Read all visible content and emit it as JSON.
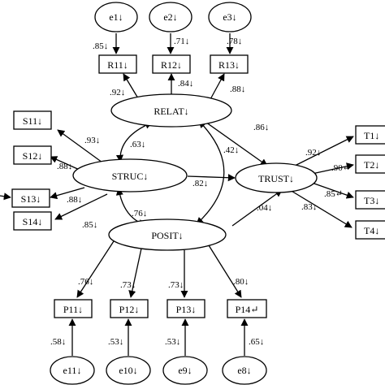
{
  "latent_names": {
    "relat": "RELAT",
    "struc": "STRUC",
    "posit": "POSIT",
    "trust": "TRUST"
  },
  "paragraph_mark": "↓",
  "return_mark": "↵",
  "errors": {
    "e1": "e1",
    "e2": "e2",
    "e3": "e3",
    "e8": "e8",
    "e9": "e9",
    "e10": "e10",
    "e11": "e11"
  },
  "indicators": {
    "r11": "R11",
    "r12": "R12",
    "r13": "R13",
    "s11": "S11",
    "s12": "S12",
    "s13": "S13",
    "s14": "S14",
    "p11": "P11",
    "p12": "P12",
    "p13": "P13",
    "p14": "P14",
    "t1": "T1",
    "t2": "T2",
    "t3": "T3",
    "t4": "T4"
  },
  "coefficients": {
    "e1_r11": ".85",
    "e2_r12": ".71",
    "e3_r13": ".78",
    "relat_r11": ".92",
    "relat_r12": ".84",
    "relat_r13": ".88",
    "struc_s11": ".93",
    "struc_s12": ".88",
    "struc_s13": ".88",
    "struc_s14": ".85",
    "relat_struc": ".63",
    "relat_posit": ".42",
    "struc_posit": ".76",
    "relat_trust": ".86",
    "struc_trust": ".82",
    "posit_trust": ".04",
    "trust_t1": ".92",
    "trust_t2": ".90",
    "trust_t3": ".85",
    "trust_t4": ".83",
    "posit_p11": ".76",
    "posit_p12": ".73",
    "posit_p13": ".73",
    "posit_p14": ".80",
    "e11_p11": ".58",
    "e10_p12": ".53",
    "e9_p13": ".53",
    "e8_p14": ".65"
  }
}
